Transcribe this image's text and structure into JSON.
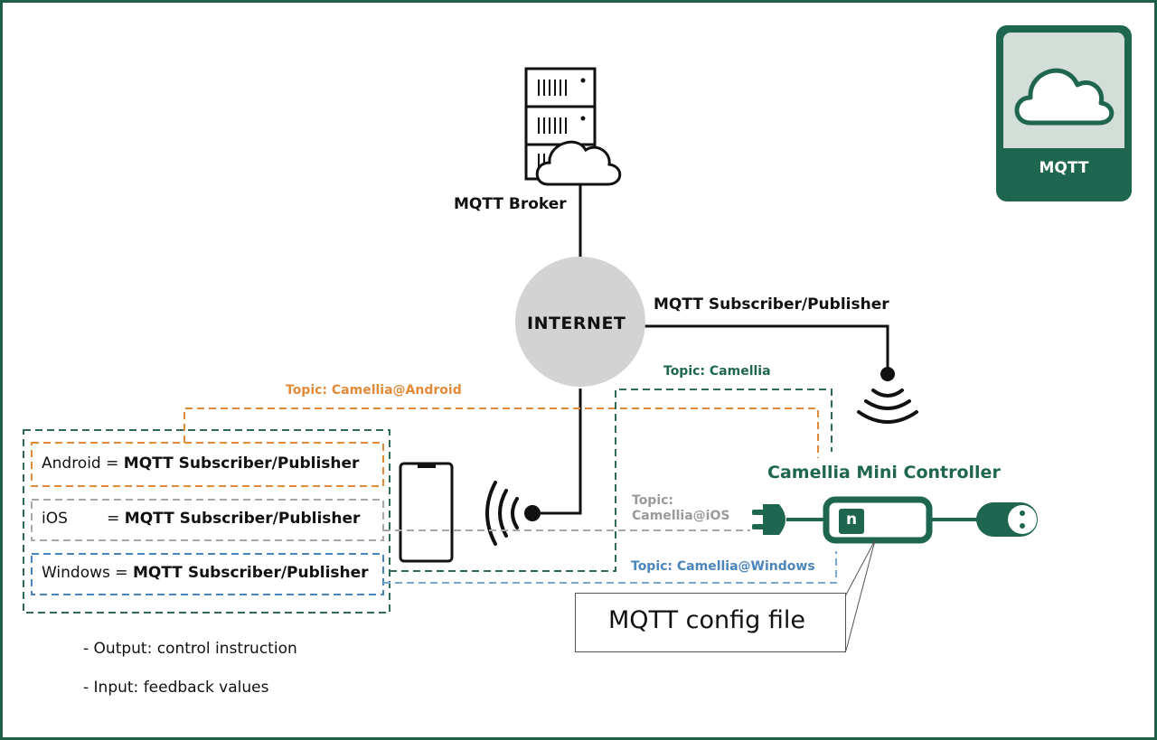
{
  "badge": {
    "label": "MQTT",
    "icon": "cloud-icon"
  },
  "broker": {
    "label": "MQTT Broker",
    "icon": "server-cloud-icon"
  },
  "internet": {
    "label": "INTERNET"
  },
  "controller_link": {
    "label": "MQTT Subscriber/Publisher"
  },
  "topics": {
    "camellia": "Topic: Camellia",
    "android": "Topic: Camellia@Android",
    "ios_line1": "Topic:",
    "ios_line2": "Camellia@iOS",
    "windows": "Topic: Camellia@Windows"
  },
  "clients": [
    {
      "platform": "Android",
      "sep": " = ",
      "role": "MQTT Subscriber/Publisher",
      "color": "#e08a3a"
    },
    {
      "platform": "iOS",
      "sep": "        = ",
      "role": "MQTT Subscriber/Publisher",
      "color": "#a8a8a8"
    },
    {
      "platform": "Windows",
      "sep": " = ",
      "role": "MQTT Subscriber/Publisher",
      "color": "#4a86bd"
    }
  ],
  "controller": {
    "title": "Camellia Mini Controller",
    "logo": "n"
  },
  "config_callout": "MQTT config file",
  "notes": [
    "- Output: control instruction",
    "- Input: feedback values"
  ],
  "colors": {
    "brand_green": "#1f6650",
    "android_orange": "#e08a3a",
    "ios_gray": "#a8a8a8",
    "windows_blue": "#4a86bd",
    "internet_gray": "#d3d3d3"
  }
}
